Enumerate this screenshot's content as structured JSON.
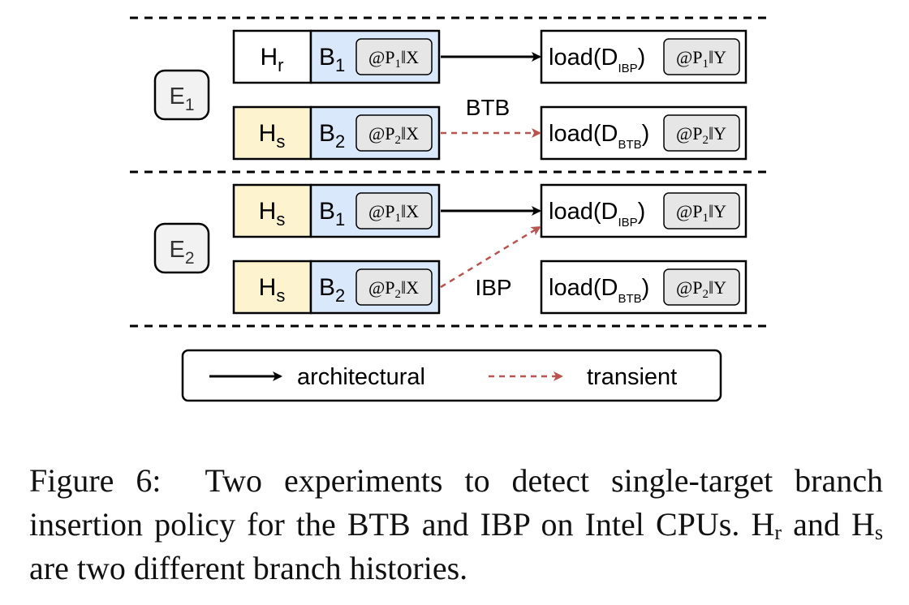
{
  "experiments": [
    {
      "label": "E",
      "label_sub": "1",
      "rows": [
        {
          "history": {
            "letter": "H",
            "sub": "r",
            "fill": "#ffffff"
          },
          "branch": {
            "letter": "B",
            "sub": "1"
          },
          "branch_tag": {
            "at": "@P",
            "sub": "1",
            "rest": "‖X"
          },
          "target": {
            "text": "load(D",
            "sub": "IBP",
            "close": ")"
          },
          "target_tag": {
            "at": "@P",
            "sub": "1",
            "rest": "‖Y"
          }
        },
        {
          "history": {
            "letter": "H",
            "sub": "s",
            "fill": "#fdf3cf"
          },
          "branch": {
            "letter": "B",
            "sub": "2"
          },
          "branch_tag": {
            "at": "@P",
            "sub": "2",
            "rest": "‖X"
          },
          "target": {
            "text": "load(D",
            "sub": "BTB",
            "close": ")"
          },
          "target_tag": {
            "at": "@P",
            "sub": "2",
            "rest": "‖Y"
          }
        }
      ],
      "arrows": [
        {
          "from_row": 0,
          "to_row": 0,
          "kind": "architectural"
        },
        {
          "from_row": 1,
          "to_row": 1,
          "kind": "transient",
          "label": "BTB"
        }
      ]
    },
    {
      "label": "E",
      "label_sub": "2",
      "rows": [
        {
          "history": {
            "letter": "H",
            "sub": "s",
            "fill": "#fdf3cf"
          },
          "branch": {
            "letter": "B",
            "sub": "1"
          },
          "branch_tag": {
            "at": "@P",
            "sub": "1",
            "rest": "‖X"
          },
          "target": {
            "text": "load(D",
            "sub": "IBP",
            "close": ")"
          },
          "target_tag": {
            "at": "@P",
            "sub": "1",
            "rest": "‖Y"
          }
        },
        {
          "history": {
            "letter": "H",
            "sub": "s",
            "fill": "#fdf3cf"
          },
          "branch": {
            "letter": "B",
            "sub": "2"
          },
          "branch_tag": {
            "at": "@P",
            "sub": "2",
            "rest": "‖X"
          },
          "target": {
            "text": "load(D",
            "sub": "BTB",
            "close": ")"
          },
          "target_tag": {
            "at": "@P",
            "sub": "2",
            "rest": "‖Y"
          }
        }
      ],
      "arrows": [
        {
          "from_row": 0,
          "to_row": 0,
          "kind": "architectural"
        },
        {
          "from_row": 1,
          "to_row": 0,
          "kind": "transient",
          "label": "IBP"
        }
      ]
    }
  ],
  "legend": {
    "architectural": "architectural",
    "transient": "transient"
  },
  "colors": {
    "branch_fill": "#dae8fc",
    "history_fill": "#fdf3cf",
    "tag_fill": "#e6e6e6",
    "architectural": "#000000",
    "transient": "#b85450"
  },
  "caption": {
    "figure_label": "Figure 6:",
    "text_before": "Two experiments to detect single-target branch insertion policy for the BTB and IBP on Intel CPUs. H",
    "sub1": "r",
    "text_middle": " and H",
    "sub2": "s",
    "text_after": " are two different branch histories."
  }
}
